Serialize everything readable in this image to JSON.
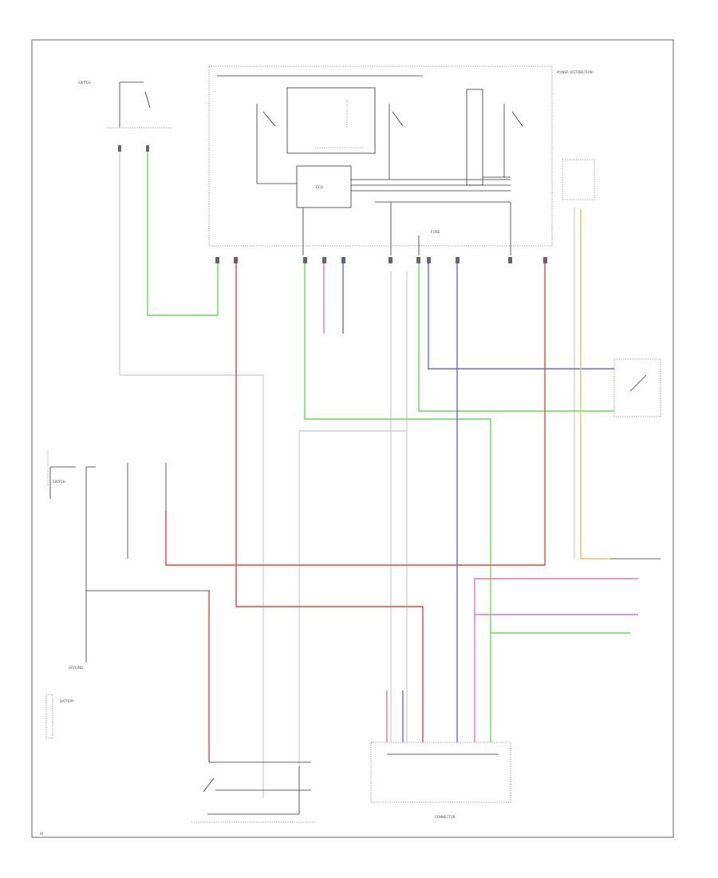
{
  "colors": {
    "green": "#66dd55",
    "red": "#ee4444",
    "pink": "#ee7799",
    "blue": "#6666ee",
    "yellow": "#f0c060",
    "gray": "#bbbbbb",
    "line": "#333333"
  },
  "labels": {
    "lbl_tr_block": "POWER DISTRIBUTION",
    "lbl_tl": "SWITCH",
    "lbl_ecu": "ECU",
    "lbl_ground_left": "GROUND",
    "lbl_battery": "BATTERY",
    "lbl_connector_bottom": "CONNECTOR",
    "lbl_fuse": "FUSE",
    "lbl_bottom_left_corner": "W"
  }
}
